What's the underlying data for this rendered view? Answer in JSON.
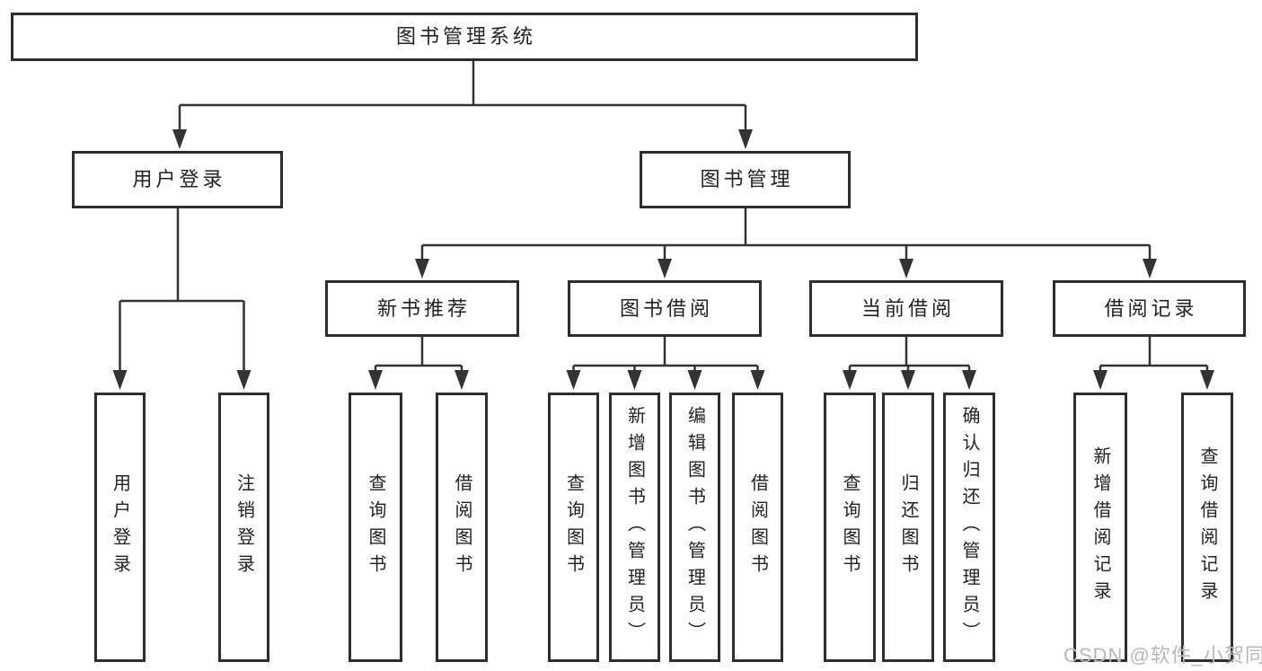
{
  "diagram": {
    "root": {
      "label": "图书管理系统",
      "children": [
        {
          "label": "用户登录",
          "children": [
            {
              "label": "用户登录"
            },
            {
              "label": "注销登录"
            }
          ]
        },
        {
          "label": "图书管理",
          "children": [
            {
              "label": "新书推荐",
              "children": [
                {
                  "label": "查询图书"
                },
                {
                  "label": "借阅图书"
                }
              ]
            },
            {
              "label": "图书借阅",
              "children": [
                {
                  "label": "查询图书"
                },
                {
                  "label": "新增图书（管理员）"
                },
                {
                  "label": "编辑图书（管理员）"
                },
                {
                  "label": "借阅图书"
                }
              ]
            },
            {
              "label": "当前借阅",
              "children": [
                {
                  "label": "查询图书"
                },
                {
                  "label": "归还图书"
                },
                {
                  "label": "确认归还（管理员）"
                }
              ]
            },
            {
              "label": "借阅记录",
              "children": [
                {
                  "label": "新增借阅记录"
                },
                {
                  "label": "查询借阅记录"
                }
              ]
            }
          ]
        }
      ]
    },
    "watermark": "CSDN @软件_小贺同学",
    "colors": {
      "line": "#333333",
      "box_border": "#2e2e2e",
      "text": "#222222",
      "watermark": "#b8b8b8",
      "background": "#ffffff"
    }
  }
}
